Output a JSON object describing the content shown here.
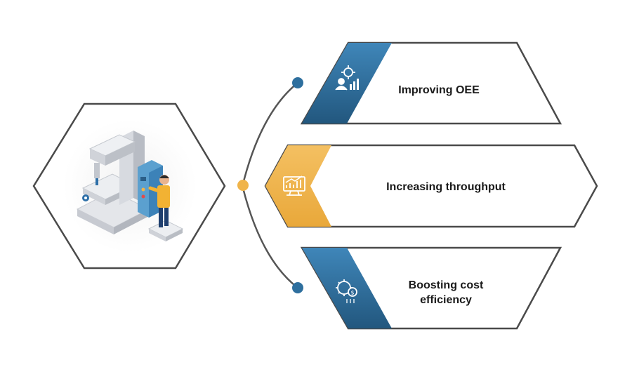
{
  "benefits": [
    {
      "label": "Improving OEE",
      "icon": "oee-chart-icon",
      "accent": "#2e6f9e"
    },
    {
      "label": "Increasing throughput",
      "icon": "monitor-chart-icon",
      "accent": "#f0b44a"
    },
    {
      "label": "Boosting cost efficiency",
      "icon": "cost-gear-icon",
      "accent": "#2e6f9e"
    }
  ],
  "illustration": {
    "icon": "factory-machine-operator-icon"
  },
  "colors": {
    "outline": "#4a4a4a",
    "blue": "#2e6f9e",
    "blue_light": "#4d8fc0",
    "gold": "#f0b44a",
    "connector": "#555555"
  }
}
